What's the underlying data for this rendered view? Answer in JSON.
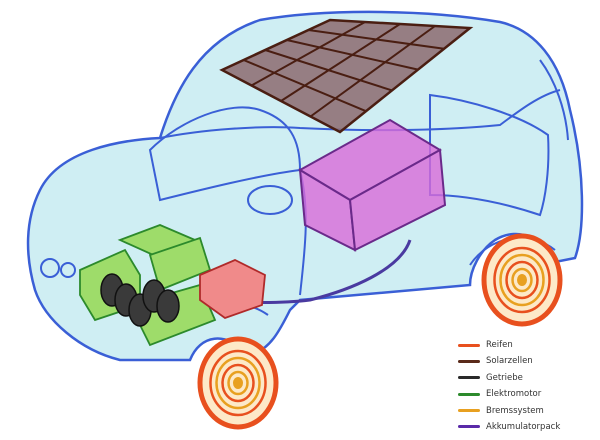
{
  "legend": {
    "items": [
      {
        "label": "Reifen",
        "color": "#e8501e"
      },
      {
        "label": "Solarzellen",
        "color": "#5a2a1a"
      },
      {
        "label": "Getriebe",
        "color": "#2a2a2a"
      },
      {
        "label": "Elektromotor",
        "color": "#2c8a2c"
      },
      {
        "label": "Bremssystem",
        "color": "#e8a020"
      },
      {
        "label": "Akkumulatorpack",
        "color": "#5a2aa8"
      }
    ]
  },
  "colors": {
    "body_fill": "#cfeef3",
    "body_outline": "#3a5fd6",
    "solar_fill": "#8c6a6e",
    "solar_grid": "#4a1e12",
    "battery_fill": "#d86ad8",
    "motor_fill": "#9edc6a",
    "gear_fill": "#3a3a3a",
    "tire": "#e8501e",
    "brake": "#e8a020",
    "red_unit": "#f08a8a"
  }
}
